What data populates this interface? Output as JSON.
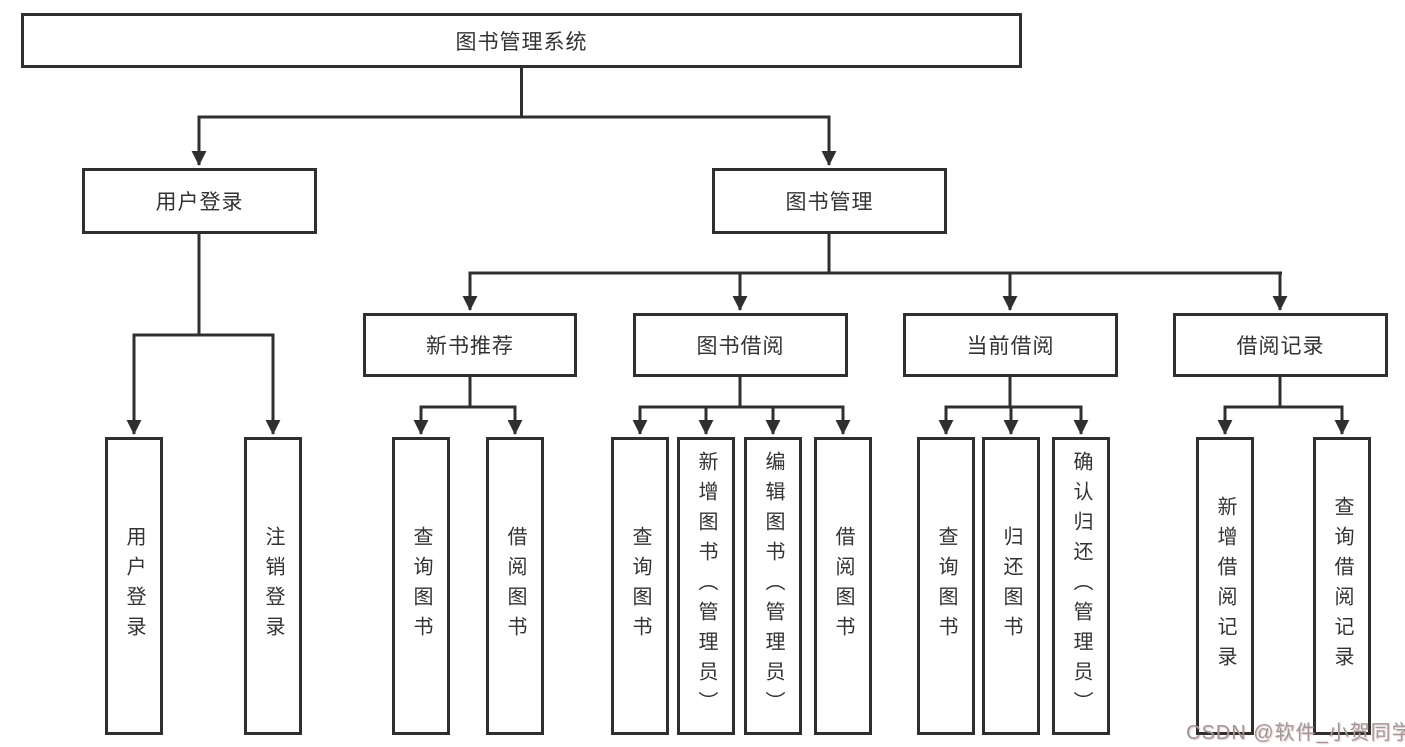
{
  "diagram": {
    "root": {
      "label": "图书管理系统"
    },
    "branches": [
      {
        "label": "用户登录",
        "children": [
          {
            "label": "用户登录"
          },
          {
            "label": "注销登录"
          }
        ]
      },
      {
        "label": "图书管理",
        "children": [
          {
            "label": "新书推荐",
            "children": [
              {
                "label": "查询图书"
              },
              {
                "label": "借阅图书"
              }
            ]
          },
          {
            "label": "图书借阅",
            "children": [
              {
                "label": "查询图书"
              },
              {
                "label": "新增图书（管理员）"
              },
              {
                "label": "编辑图书（管理员）"
              },
              {
                "label": "借阅图书"
              }
            ]
          },
          {
            "label": "当前借阅",
            "children": [
              {
                "label": "查询图书"
              },
              {
                "label": "归还图书"
              },
              {
                "label": "确认归还（管理员）"
              }
            ]
          },
          {
            "label": "借阅记录",
            "children": [
              {
                "label": "新增借阅记录"
              },
              {
                "label": "查询借阅记录"
              }
            ]
          }
        ]
      }
    ]
  },
  "watermark": {
    "text": "CSDN @软件_小贺同学"
  },
  "colors": {
    "line": "#2f2f2f",
    "box_background": "#ffffff",
    "text": "#333333",
    "watermark": "#9b9b9b"
  }
}
